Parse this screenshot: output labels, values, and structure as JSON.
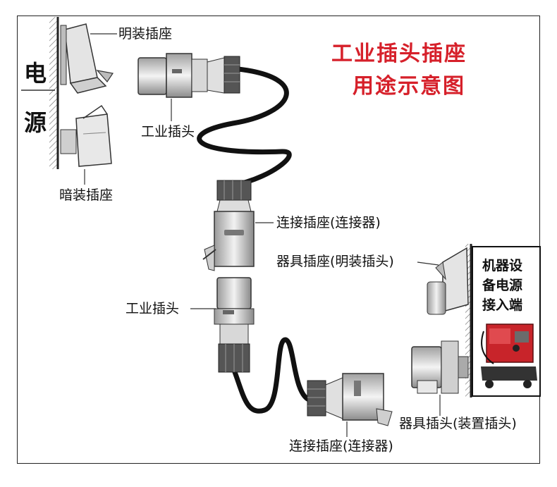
{
  "title": {
    "line1": "工业插头插座",
    "line2": "用途示意图"
  },
  "power_source": {
    "char1": "电",
    "char2": "源"
  },
  "machine_box": {
    "line1": "机器设",
    "line2": "备电源",
    "line3": "接入端"
  },
  "labels": {
    "surface_socket": "明装插座",
    "industrial_plug_top": "工业插头",
    "concealed_socket": "暗装插座",
    "connector_mid": "连接插座(连接器)",
    "appliance_inlet_surface": "器具插座(明装插头)",
    "industrial_plug_mid": "工业插头",
    "appliance_plug": "器具插头(装置插头)",
    "connector_bottom": "连接插座(连接器)"
  },
  "colors": {
    "title_red": "#d6202a",
    "machine_red": "#c8242a",
    "cable": "#111111"
  }
}
